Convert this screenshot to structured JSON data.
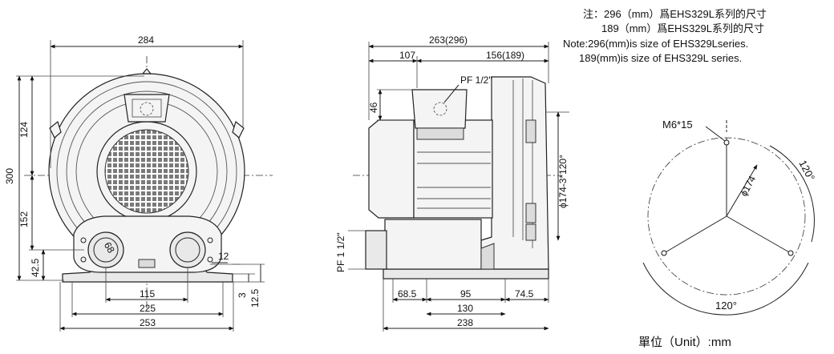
{
  "notes": {
    "line1": "注：296（mm）爲EHS329L系列的尺寸",
    "line2": "189（mm）爲EHS329L系列的尺寸",
    "line3": "Note:296(mm)is size of EHS329Lseries.",
    "line4": "189(mm)is size of EHS329L series."
  },
  "unit_label": "單位（Unit）:mm",
  "front_view": {
    "width_top": "284",
    "height_total": "300",
    "height_upper": "124",
    "height_lower": "152",
    "height_base": "42.5",
    "port_dia": "68",
    "bolt_spacing": "115",
    "base_inner": "225",
    "base_outer": "253",
    "flange_12": "12",
    "foot_3": "3",
    "foot_12_5": "12.5"
  },
  "side_view": {
    "overall_length": "263(296)",
    "motor_section": "107",
    "blower_section": "156(189)",
    "inlet_height": "46",
    "inlet_label": "PF 1/2\"",
    "outlet_label": "PF 1 1/2\"",
    "bolt_circle": "ϕ174-3*120°",
    "foot_a": "68.5",
    "foot_b": "95",
    "foot_c": "74.5",
    "foot_span": "130",
    "base_length": "238"
  },
  "flange_detail": {
    "bolt_label": "M6*15",
    "bolt_circle": "ϕ174",
    "angle_top": "120°",
    "angle_bottom": "120°"
  }
}
